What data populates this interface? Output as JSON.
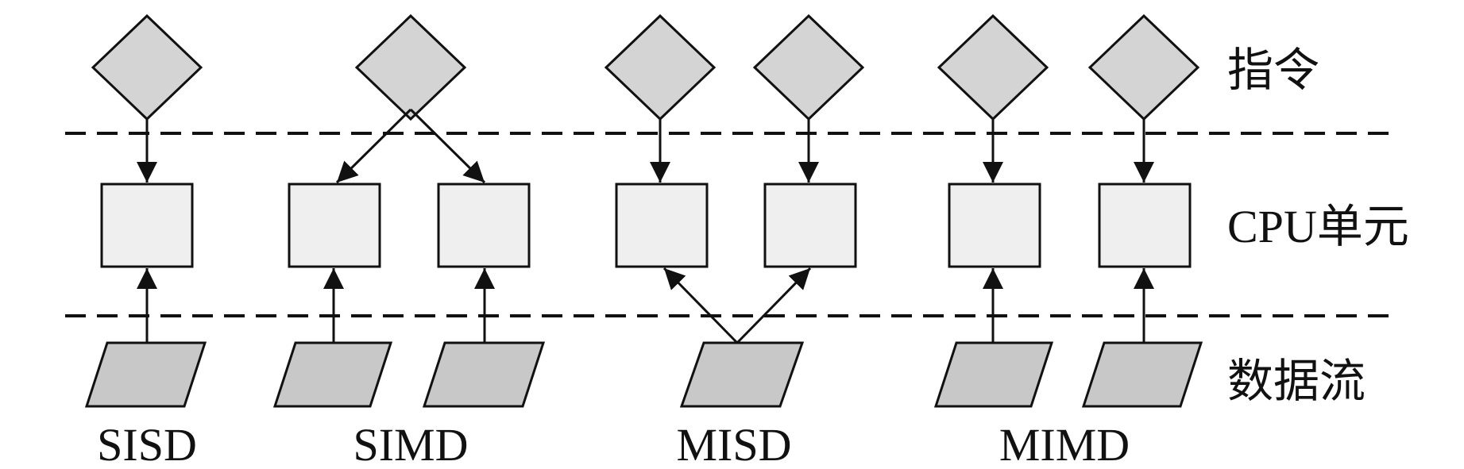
{
  "row_labels": {
    "instruction": "指令",
    "cpu": "CPU单元",
    "data_stream": "数据流"
  },
  "groups": [
    {
      "label": "SISD",
      "instructions": 1,
      "cpus": 1,
      "data": 1
    },
    {
      "label": "SIMD",
      "instructions": 1,
      "cpus": 2,
      "data": 2
    },
    {
      "label": "MISD",
      "instructions": 2,
      "cpus": 2,
      "data": 1
    },
    {
      "label": "MIMD",
      "instructions": 2,
      "cpus": 2,
      "data": 2
    }
  ],
  "colors": {
    "diamond_fill": "#d4d4d4",
    "box_fill": "#efefef",
    "parallelogram_fill": "#c8c8c8",
    "stroke": "#111111"
  }
}
